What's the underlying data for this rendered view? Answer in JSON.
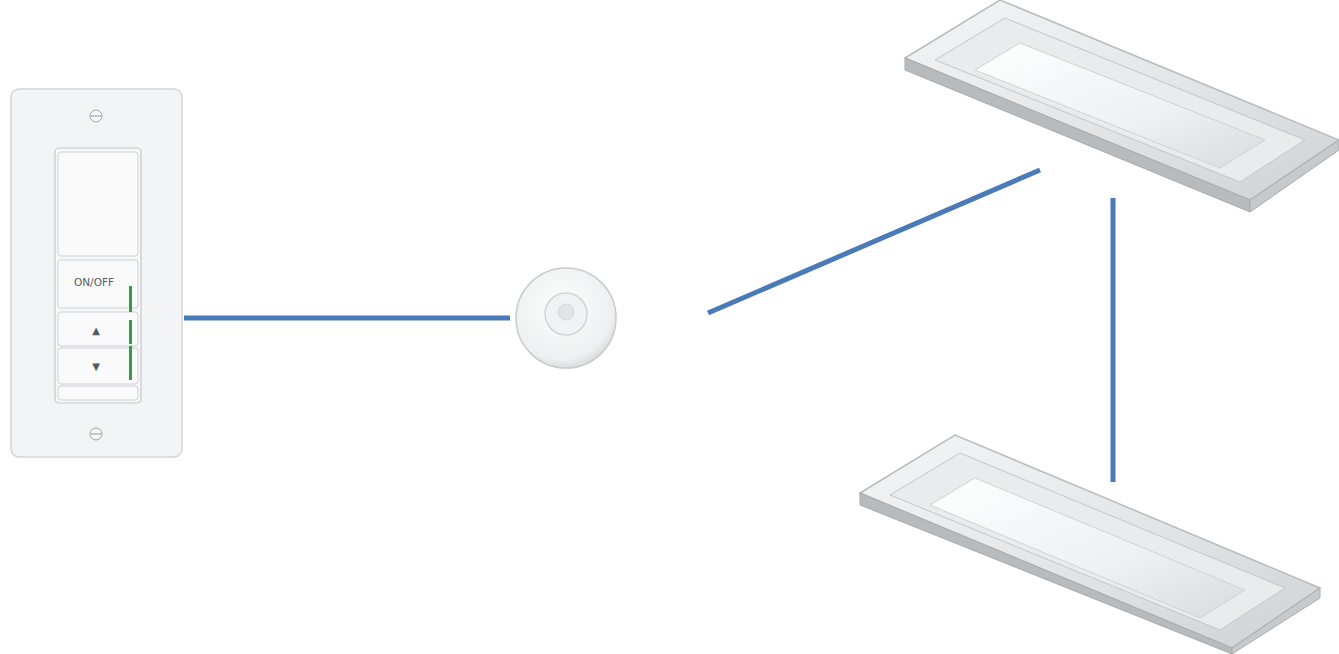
{
  "diagram": {
    "nodes": [
      {
        "text": [
          "ON/OFF",
          "▲",
          "▼"
        ]
      }
    ]
  }
}
